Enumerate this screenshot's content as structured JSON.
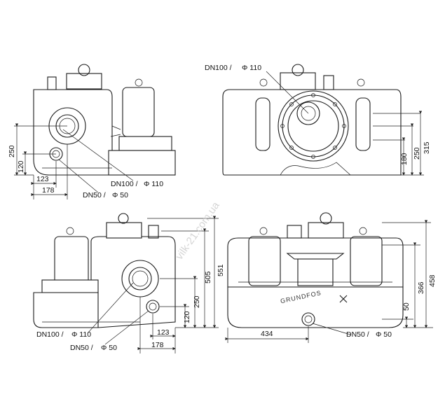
{
  "views": {
    "side_top": {
      "dims": {
        "h1": "250",
        "h2": "120",
        "w1": "123",
        "w2": "178"
      },
      "callouts": {
        "outlet": "DN100 /",
        "outlet_d": "Φ 110",
        "inlet": "DN50 /",
        "inlet_d": "Φ 50"
      }
    },
    "front_top": {
      "dims": {
        "h1": "315",
        "h2": "250",
        "h3": "180"
      },
      "callouts": {
        "inlet": "DN100 /",
        "inlet_d": "Φ 110"
      }
    },
    "side_bottom": {
      "dims": {
        "h1": "551",
        "h2": "505",
        "h3": "250",
        "h4": "120",
        "w1": "123",
        "w2": "178"
      },
      "callouts": {
        "outlet": "DN100 /",
        "outlet_d": "Φ 110",
        "inlet": "DN50 /",
        "inlet_d": "Φ 50"
      }
    },
    "front_bottom": {
      "dims": {
        "h1": "458",
        "h2": "366",
        "h3": "50",
        "w1": "434"
      },
      "callouts": {
        "inlet": "DN50 /",
        "inlet_d": "Φ 50"
      },
      "brand": "GRUNDFOS"
    }
  },
  "watermark": "vilk-21.com.ua"
}
